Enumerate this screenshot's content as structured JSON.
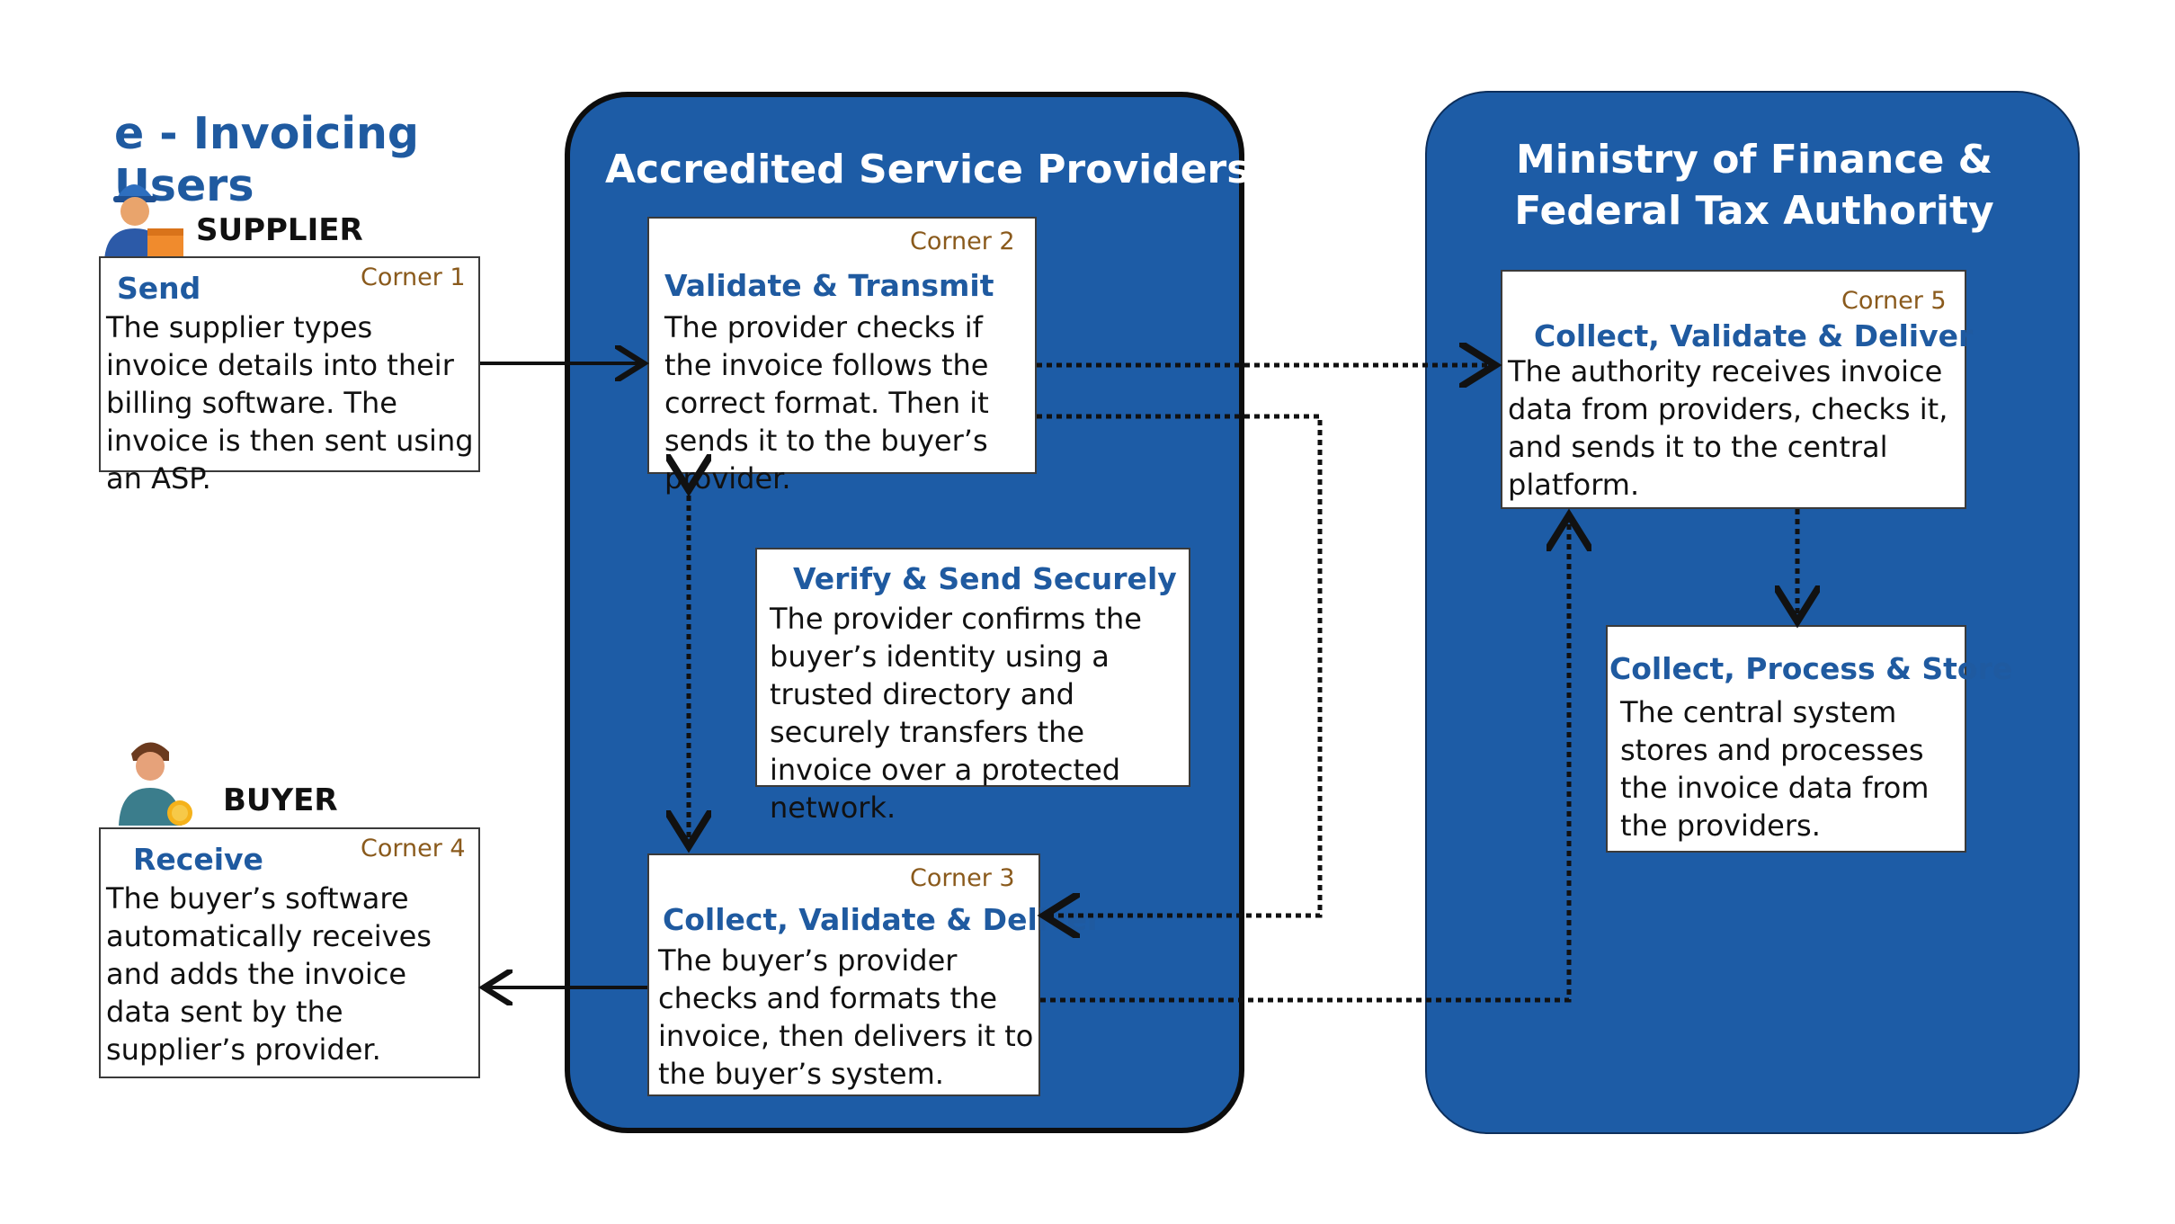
{
  "heading": "e - Invoicing Users",
  "supplier": {
    "role": "SUPPLIER",
    "icon": "supplier-worker-icon",
    "box": {
      "title": "Send",
      "corner": "Corner 1",
      "text": "The supplier types invoice details into their billing software. The invoice is then sent using an ASP."
    }
  },
  "buyer": {
    "role": "BUYER",
    "icon": "buyer-person-icon",
    "box": {
      "title": "Receive",
      "corner": "Corner 4",
      "text": "The buyer’s software automatically receives and adds the invoice data sent by the supplier’s provider."
    }
  },
  "asp": {
    "title": "Accredited Service Providers",
    "corner2": {
      "corner": "Corner 2",
      "title": "Validate & Transmit",
      "text": "The provider checks if the invoice follows the correct format. Then it sends it to the buyer’s provider."
    },
    "verify": {
      "title": "Verify & Send Securely",
      "text": "The provider confirms the buyer’s identity using a trusted directory and securely transfers the invoice over a protected network."
    },
    "corner3": {
      "corner": "Corner 3",
      "title": "Collect, Validate & Deliver",
      "text": "The buyer’s provider checks and formats the invoice, then delivers it to the buyer’s system."
    }
  },
  "mof": {
    "title": "Ministry of Finance & Federal Tax Authority",
    "corner5": {
      "corner": "Corner 5",
      "title": "Collect, Validate & Deliver",
      "text": "The authority receives invoice data from providers, checks it, and sends it to the central platform."
    },
    "store": {
      "title": "Collect, Process & Store",
      "text": "The central system stores and processes the invoice data from the providers."
    }
  },
  "colors": {
    "panel_blue": "#1d5ca6",
    "title_blue": "#1f5aa0",
    "corner_brown": "#8a5a1c",
    "connector": "#111111"
  }
}
